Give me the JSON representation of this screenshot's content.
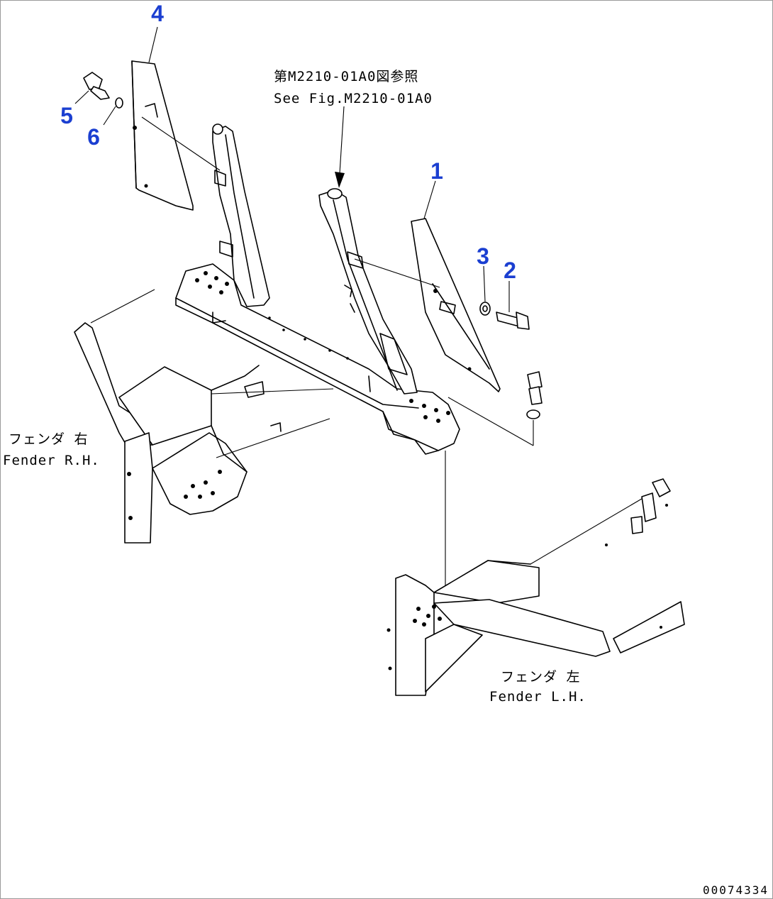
{
  "callouts": [
    "1",
    "2",
    "3",
    "4",
    "5",
    "6"
  ],
  "reference": {
    "jp": "第M2210-01A0図参照",
    "en": "See Fig.M2210-01A0"
  },
  "fender_rh": {
    "jp": "フェンダ 右",
    "en": "Fender R.H."
  },
  "fender_lh": {
    "jp": "フェンダ 左",
    "en": "Fender L.H."
  },
  "drawing_number": "00074334"
}
